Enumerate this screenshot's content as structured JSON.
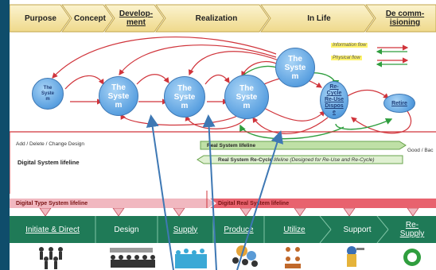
{
  "phases": [
    {
      "label": "Purpose"
    },
    {
      "label": "Concept"
    },
    {
      "label": "Develop-\nment"
    },
    {
      "label": "Realization"
    },
    {
      "label": "In Life"
    },
    {
      "label": "De comm-\nisioning"
    }
  ],
  "legend": {
    "information_flow": "Information flow",
    "physical_flow": "Physical flow"
  },
  "systems": {
    "small": "The\nSyste\nm",
    "s1": "The\nSyste\nm",
    "s2": "The\nSyste\nm",
    "s3": "The\nSyste\nm",
    "top": "The\nSyste\nm",
    "recycle": "Re-\nCycle\nRe-Use\nDispos\ne",
    "retire": "Retire"
  },
  "lifelines": {
    "add_delete_change": "Add / Delete / Change Design",
    "digital_system": "Digital System lifeline",
    "real_system": "Real System lifeline",
    "real_recycle_prefix": "Real System Re-Cycle",
    "real_recycle_suffix": " lifeline (Designed for Re-Use and Re-Cycle)",
    "good_bad": "Good / Bac",
    "digital_type": "Digital Type System lifeline",
    "digital_real": "Digital Real System lifeline"
  },
  "activities": [
    {
      "label": "Initiate & Direct"
    },
    {
      "label": "Design"
    },
    {
      "label": "Supply"
    },
    {
      "label": "Produce"
    },
    {
      "label": "Utilize"
    },
    {
      "label": "Support"
    },
    {
      "label": "Re-\nSupply"
    }
  ],
  "colors": {
    "phase_bar": "#f6e7a6",
    "phase_border": "#c2a64b",
    "digital_band": "#f1b8c0",
    "real_band": "#e8626e",
    "activity_bar": "#1f7a57",
    "activity_bar_dark": "#155f43",
    "green_lifeline": "#bfe0a6",
    "circle_blue": "#5aa0e0",
    "arrow_red": "#d0343b",
    "arrow_green": "#2f9e3e",
    "pointer_blue": "#3e78b4"
  }
}
